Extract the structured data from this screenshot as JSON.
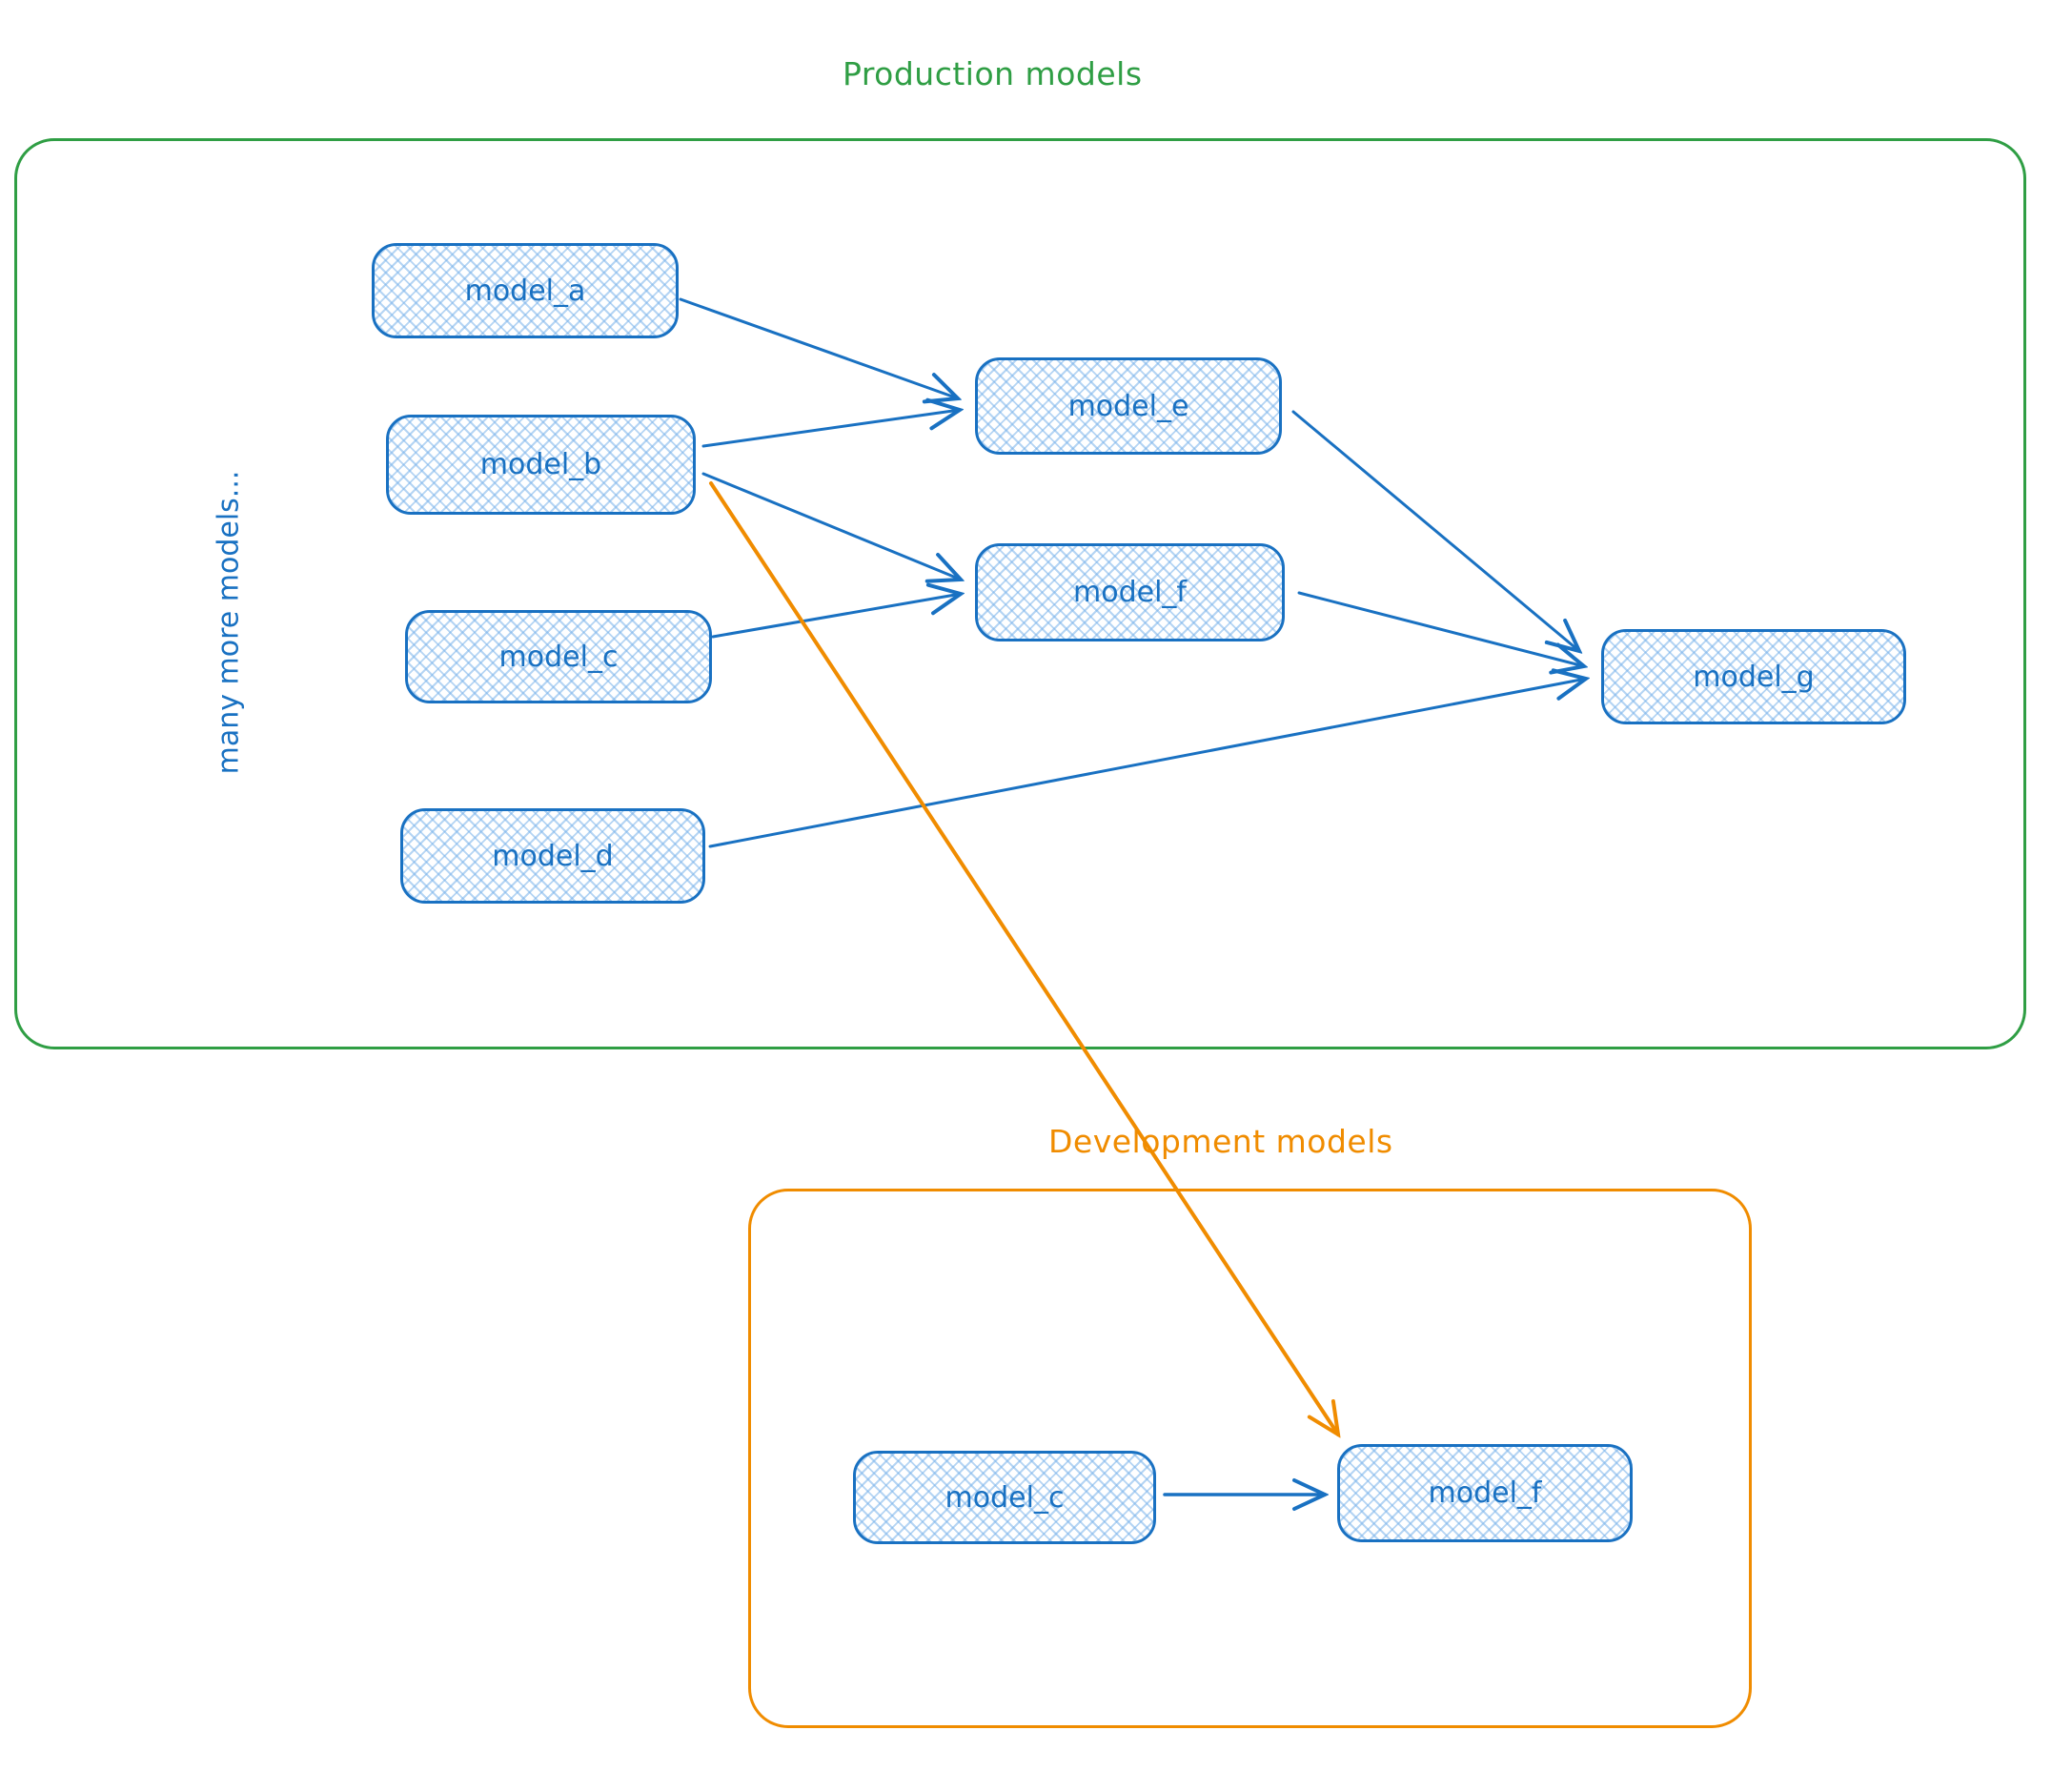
{
  "production": {
    "title": "Production models",
    "side_label": "many more models...",
    "nodes": [
      {
        "label": "model_a"
      },
      {
        "label": "model_b"
      },
      {
        "label": "model_c"
      },
      {
        "label": "model_d"
      },
      {
        "label": "model_e"
      },
      {
        "label": "model_f"
      },
      {
        "label": "model_g"
      }
    ]
  },
  "development": {
    "title": "Development models",
    "nodes": [
      {
        "label": "model_c"
      },
      {
        "label": "model_f"
      }
    ]
  },
  "edges": {
    "blue": [
      {
        "from": "model_a",
        "to": "model_e"
      },
      {
        "from": "model_b",
        "to": "model_e"
      },
      {
        "from": "model_b",
        "to": "model_f"
      },
      {
        "from": "model_c",
        "to": "model_f"
      },
      {
        "from": "model_e",
        "to": "model_g"
      },
      {
        "from": "model_f",
        "to": "model_g"
      },
      {
        "from": "model_d",
        "to": "model_g"
      },
      {
        "from": "development model_c",
        "to": "development model_f"
      }
    ],
    "orange": [
      {
        "from": "model_b",
        "to": "development model_f"
      }
    ]
  },
  "colors": {
    "node_stroke": "#1971c2",
    "node_fill_hatch": "#78b2ea",
    "production_border": "#2f9e44",
    "development_border": "#f08c00"
  }
}
